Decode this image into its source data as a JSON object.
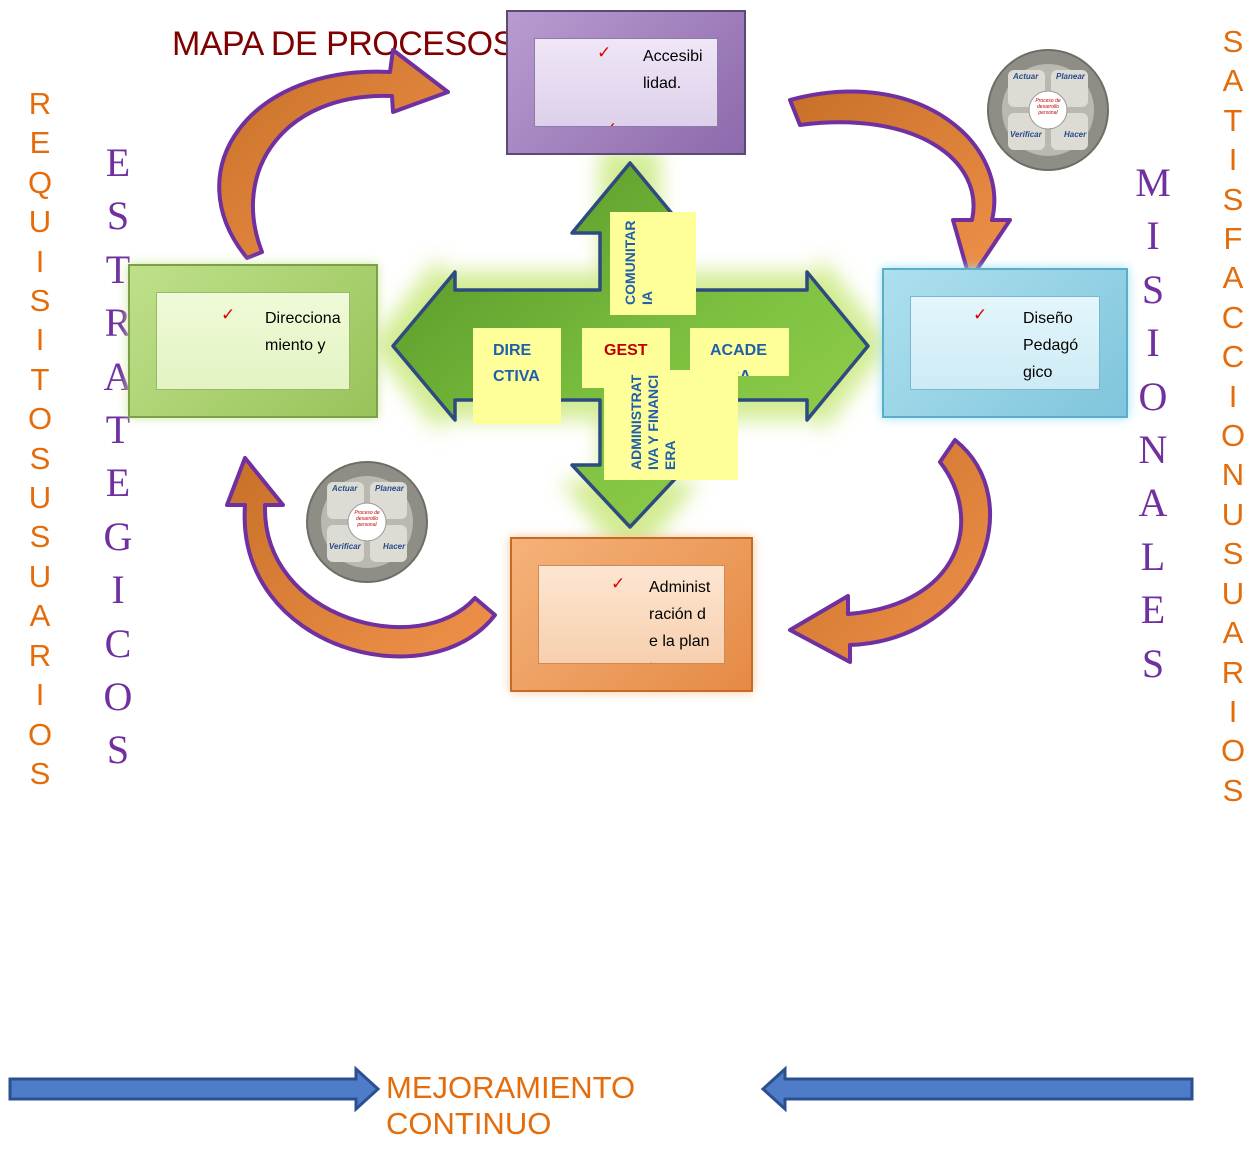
{
  "title": "MAPA DE PROCESOS",
  "left_outer_text": "REQUISITOS USUARIOS",
  "left_inner_text": "ESTRATEGICOS",
  "right_inner_text": "MISIONALES",
  "right_outer_text": "SATISFACCION USUARIOS",
  "boxes": {
    "top": {
      "text": "Accesibilidad.",
      "check": "✓"
    },
    "left": {
      "text": "Direccionamiento y",
      "check": "✓"
    },
    "right": {
      "text": "Diseño Pedagógico",
      "check": "✓"
    },
    "bottom": {
      "text": "Administración de la planta",
      "check": "✓"
    }
  },
  "cross_labels": {
    "comunitaria": "COMUNITARIA",
    "directiva": "DIRECTIVA",
    "gestion": "GESTION",
    "academica": "ACADEMICA",
    "administrativa": "ADMINISTRATIVA Y FINANCIERA"
  },
  "pdca": {
    "actuar": "Actuar",
    "planear": "Planear",
    "verificar": "Verificar",
    "hacer": "Hacer",
    "center": "Proceso de desarrollo personal"
  },
  "bottom_label_line1": "MEJORAMIENTO",
  "bottom_label_line2": "CONTINUO",
  "colors": {
    "orange_text": "#e46c0a",
    "purple_text": "#7030a0",
    "title": "#7f0000",
    "green_arrow": "#6fb22f",
    "label_blue": "#1f5fad",
    "label_red": "#c00000"
  }
}
